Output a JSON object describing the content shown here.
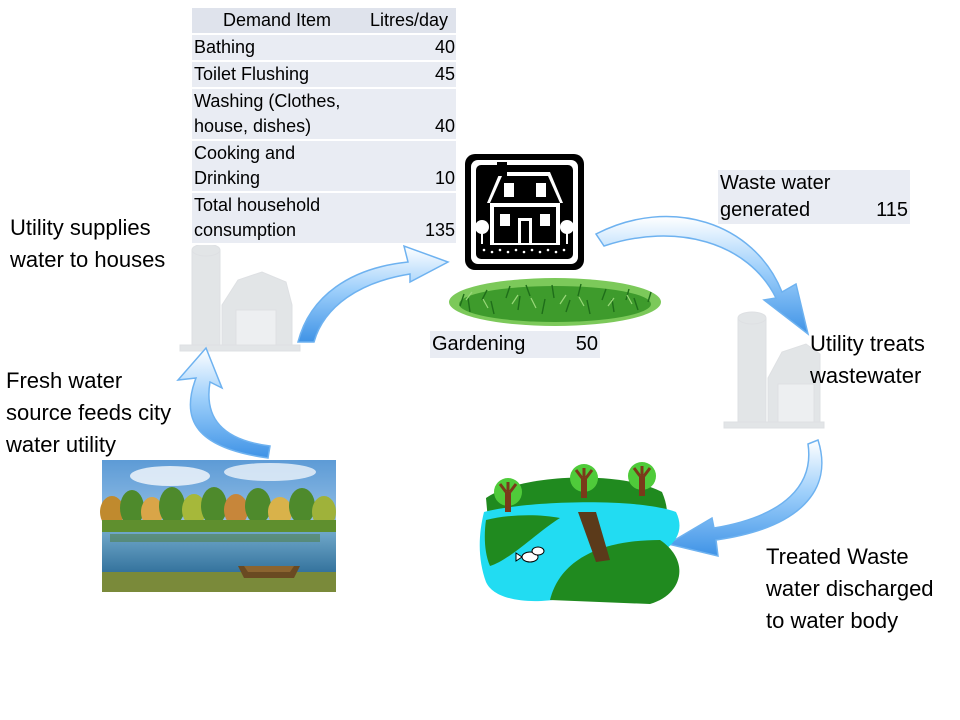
{
  "demand_table": {
    "headers": [
      "Demand Item",
      "Litres/day"
    ],
    "rows": [
      {
        "item": "Bathing",
        "value": "40"
      },
      {
        "item": "Toilet Flushing",
        "value": "45"
      },
      {
        "item": "Washing (Clothes, house, dishes)",
        "value": "40"
      },
      {
        "item": "Cooking and Drinking",
        "value": "10"
      },
      {
        "item": "Total household consumption",
        "value": "135"
      }
    ]
  },
  "waste_water": {
    "label": "Waste water generated",
    "value": "115"
  },
  "gardening": {
    "label": "Gardening",
    "value": "50"
  },
  "labels": {
    "utility_supplies": "Utility supplies water to houses",
    "fresh_water": "Fresh water source feeds city water utility",
    "utility_treats": "Utility treats wastewater",
    "treated_discharge": "Treated Waste water discharged to water body"
  },
  "colors": {
    "arrow": "#58a6ee",
    "grass": "#3e9b2c",
    "pond": "#22dcf2",
    "hill": "#208a1f",
    "table_bg": "#e9ecf3"
  }
}
